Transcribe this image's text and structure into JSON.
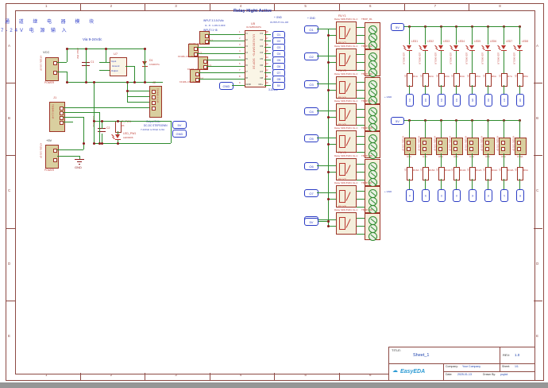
{
  "frame": {
    "numbers": [
      "1",
      "2",
      "3",
      "4",
      "5",
      "6",
      "7",
      "8"
    ],
    "letters": [
      "A",
      "B",
      "C",
      "D",
      "E"
    ]
  },
  "notes": {
    "cn1": "通 道 继 电 器 模 块",
    "cn2": "7-24V 电 源 输 入",
    "via": "Via 9-24Vdc",
    "relay_title": "Relay Hight Active"
  },
  "power": {
    "vcc": "VCC",
    "v5": "+5V",
    "gnd": "GND",
    "conn_part": "KF128L-3.81-2P",
    "conn_top_ref": "POWER",
    "conn_bottom_ref": "POWER",
    "j1_ref": "J1",
    "j2_ref": "J2",
    "j_part": "TB0B4R-3.5-4P",
    "c1_ref": "C1",
    "c1_val": "220uF 35V",
    "c2_ref": "C2",
    "c2_val": "220uF 35V",
    "u7_ref": "U7",
    "u7_pin1": "Input",
    "u7_pin2": "Ground",
    "u7_pin3": "Output",
    "d1_ref": "D1",
    "d1_val": "1N4007G",
    "rpw_ref": "R_PW1",
    "rpw_val": "2K",
    "ledpw_ref": "LED_PW1",
    "ledpw_val": "LED0206",
    "note1": "Output 5Vdc",
    "note2": "DC-DC STEPDOWN",
    "note3": "7-24Vdc to 5Vdc 3~5A",
    "flag_5v": "5V",
    "flag_gnd": "GND"
  },
  "uln": {
    "note1": "INPUT 3.3-5.0Vdc",
    "note2": "I1...8 : 1-ON 0-OFF",
    "note3": "INPUT I1~I8",
    "ref": "U5",
    "part": "ULN2803APG",
    "body": "ULN2803APG- SOP18",
    "gnd_flag": "GND",
    "rnote1": "+ GND",
    "rnote2": "OUTPUT O1~O8",
    "rnote3": "3-20Vdc",
    "conn_part": "KF128L-3.81-2P",
    "conn_refs": [
      "U1",
      "U2",
      "U3",
      "U4"
    ],
    "left_nums": [
      "1",
      "2",
      "3",
      "4",
      "5",
      "6",
      "7",
      "8",
      "9"
    ],
    "left_names": [
      "I1",
      "I2",
      "I3",
      "I4",
      "I5",
      "I6",
      "I7",
      "I8",
      "GND"
    ],
    "right_nums": [
      "18",
      "17",
      "16",
      "15",
      "14",
      "13",
      "12",
      "11",
      "10"
    ],
    "right_names": [
      "O1",
      "O2",
      "O3",
      "O4",
      "O5",
      "O6",
      "O7",
      "O8",
      "CD+"
    ],
    "right_flags": [
      "O1",
      "O2",
      "O3",
      "O4",
      "O5",
      "O6",
      "O7",
      "O8",
      "5V"
    ]
  },
  "relay_bank": {
    "part": "Relay SRD-5VDC-SL-C",
    "gnd_note": "+ GND",
    "bottom_flag": "5V",
    "rows": [
      {
        "ref": "RLY1",
        "tb": "TBOP_R1",
        "flag": "O1"
      },
      {
        "ref": "RLY2",
        "tb": "TBOP_R2",
        "flag": "O2"
      },
      {
        "ref": "RLY3",
        "tb": "TBOP_R3",
        "flag": "O3"
      },
      {
        "ref": "RLY4",
        "tb": "TBOP_R4",
        "flag": "O4"
      },
      {
        "ref": "RLY5",
        "tb": "TBOP_R5",
        "flag": "O5"
      },
      {
        "ref": "RLY6",
        "tb": "TBOP_R6",
        "flag": "O6"
      },
      {
        "ref": "RLY7",
        "tb": "TBOP_R7",
        "flag": "O7"
      },
      {
        "ref": "RLY8",
        "tb": "TBOP_R8",
        "flag": "O8"
      }
    ]
  },
  "led_bank": {
    "flag": "5V",
    "gnd_note": "+ GND",
    "part": "LED-0603_R",
    "cols": [
      {
        "led": "LED1",
        "res": "R1A",
        "val": "1K",
        "flag": "O1"
      },
      {
        "led": "LED2",
        "res": "R2A",
        "val": "1K",
        "flag": "O2"
      },
      {
        "led": "LED3",
        "res": "R3A",
        "val": "1K",
        "flag": "O3"
      },
      {
        "led": "LED4",
        "res": "R4A",
        "val": "1K",
        "flag": "O4"
      },
      {
        "led": "LED5",
        "res": "R5A",
        "val": "1K",
        "flag": "O5"
      },
      {
        "led": "LED6",
        "res": "R6A",
        "val": "1K",
        "flag": "O6"
      },
      {
        "led": "LED7",
        "res": "R7A",
        "val": "1K",
        "flag": "O7"
      },
      {
        "led": "LED8",
        "res": "R8A",
        "val": "1K",
        "flag": "O8"
      }
    ]
  },
  "input_bank": {
    "flag": "5V",
    "gnd_note": "+ GND",
    "part": "KF128L-3.81-2P",
    "cols": [
      {
        "ref": "U3A",
        "res": "R16A",
        "val": "1K",
        "flag": "I1"
      },
      {
        "ref": "U4A",
        "res": "R15A",
        "val": "1K",
        "flag": "I2"
      },
      {
        "ref": "U5A",
        "res": "R14A",
        "val": "1K",
        "flag": "I3"
      },
      {
        "ref": "U6A",
        "res": "R13A",
        "val": "1K",
        "flag": "I4"
      },
      {
        "ref": "U7A",
        "res": "R12A",
        "val": "1K",
        "flag": "I5"
      },
      {
        "ref": "U8A",
        "res": "R11A",
        "val": "1K",
        "flag": "I6"
      },
      {
        "ref": "U9A",
        "res": "R10A",
        "val": "1K",
        "flag": "I7"
      },
      {
        "ref": "U10A",
        "res": "R9A",
        "val": "1K",
        "flag": "I8"
      }
    ]
  },
  "titleblock": {
    "title_label": "TITLE:",
    "title": "Sheet_1",
    "rev_label": "REV:",
    "rev": "1.0",
    "logo": "EasyEDA",
    "logo_icon": "☁",
    "company_label": "Company:",
    "company": "Your Company",
    "sheet_label": "Sheet:",
    "sheet": "1/1",
    "date_label": "Date:",
    "date": "2025-01-13",
    "drawn_label": "Drawn By:",
    "drawn": "puyiot"
  }
}
